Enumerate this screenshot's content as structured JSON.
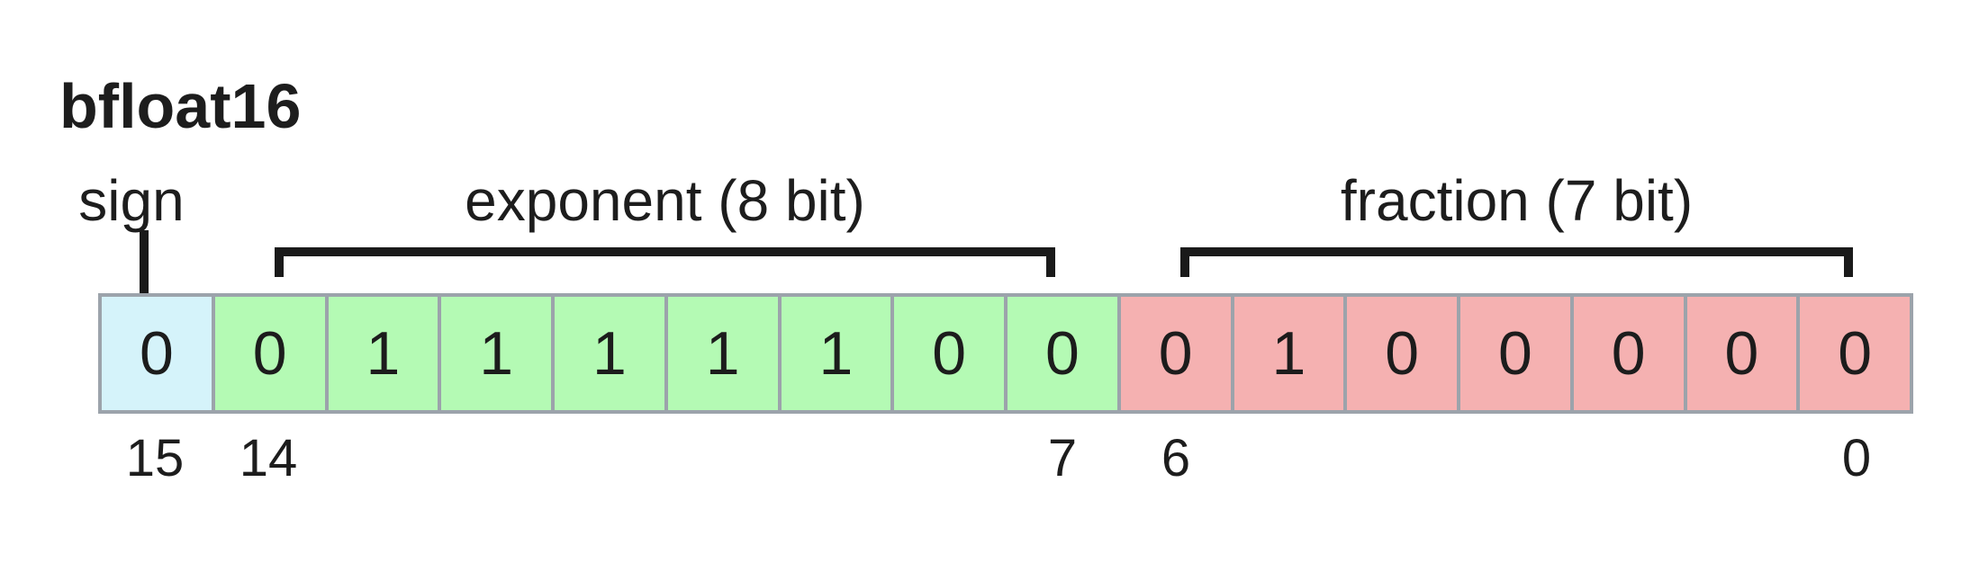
{
  "title": "bfloat16",
  "fields": [
    {
      "name": "sign",
      "label": "sign",
      "bit_count": 1
    },
    {
      "name": "exponent",
      "label": "exponent (8 bit)",
      "bit_count": 8
    },
    {
      "name": "fraction",
      "label": "fraction (7 bit)",
      "bit_count": 7
    }
  ],
  "bits": [
    {
      "value": "0",
      "field": "sign"
    },
    {
      "value": "0",
      "field": "exponent"
    },
    {
      "value": "1",
      "field": "exponent"
    },
    {
      "value": "1",
      "field": "exponent"
    },
    {
      "value": "1",
      "field": "exponent"
    },
    {
      "value": "1",
      "field": "exponent"
    },
    {
      "value": "1",
      "field": "exponent"
    },
    {
      "value": "0",
      "field": "exponent"
    },
    {
      "value": "0",
      "field": "exponent"
    },
    {
      "value": "0",
      "field": "fraction"
    },
    {
      "value": "1",
      "field": "fraction"
    },
    {
      "value": "0",
      "field": "fraction"
    },
    {
      "value": "0",
      "field": "fraction"
    },
    {
      "value": "0",
      "field": "fraction"
    },
    {
      "value": "0",
      "field": "fraction"
    },
    {
      "value": "0",
      "field": "fraction"
    }
  ],
  "bit_indices": [
    {
      "text": "15",
      "cell": 0
    },
    {
      "text": "14",
      "cell": 1
    },
    {
      "text": "7",
      "cell": 8
    },
    {
      "text": "6",
      "cell": 9
    },
    {
      "text": "0",
      "cell": 15
    }
  ],
  "colors": {
    "sign": "#d5f3fa",
    "exponent": "#b4fab4",
    "fraction": "#f5b1b1",
    "cell_border": "#9ca3ab",
    "line": "#1a1a1a"
  }
}
